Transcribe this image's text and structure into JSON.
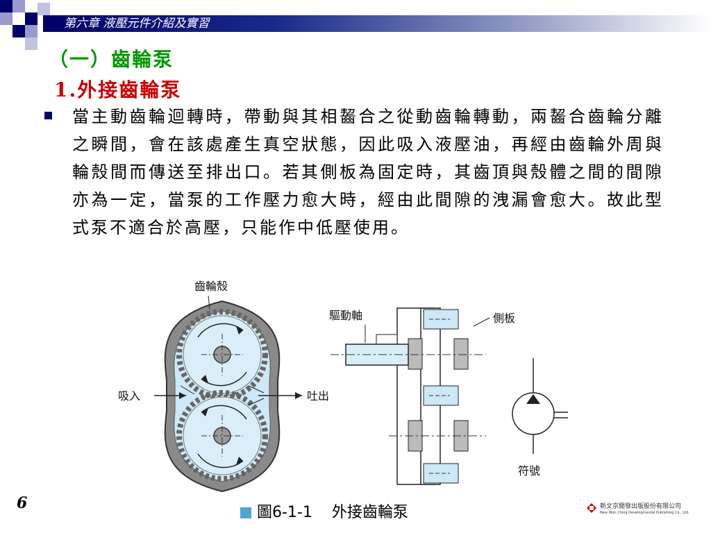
{
  "header": {
    "chapter_title": "第六章  液壓元件介紹及實習"
  },
  "heading1": "（一）齒輪泵",
  "heading2": "1.外接齒輪泵",
  "bullet_text": "當主動齒輪迴轉時，帶動與其相齧合之從動齒輪轉動，兩齧合齒輪分離之瞬間，會在該處產生真空狀態，因此吸入液壓油，再經由齒輪外周與輪殼間而傳送至排出口。若其側板為固定時，其齒頂與殼體之間的間隙亦為一定，當泵的工作壓力愈大時，經由此間隙的洩漏會愈大。故此型式泵不適合於高壓，只能作中低壓使用。",
  "diagram": {
    "labels": {
      "housing": "齒輪殼",
      "inlet": "吸入",
      "outlet": "吐出",
      "drive_shaft": "驅動軸",
      "side_plate": "側板",
      "symbol": "符號"
    }
  },
  "footer": {
    "slide_number": "6",
    "caption_figure": "圖6-1-1",
    "caption_title": "外接齒輪泵",
    "publisher_name": "新文京開發出版股份有限公司",
    "publisher_en": "New Wun Ching Developmental Publishing Co., Ltd."
  },
  "colors": {
    "header_bar": "#000066",
    "heading1": "#009900",
    "heading2": "#cc0000",
    "fluid": "#cde8f6",
    "caption_square": "#4da6d8"
  }
}
